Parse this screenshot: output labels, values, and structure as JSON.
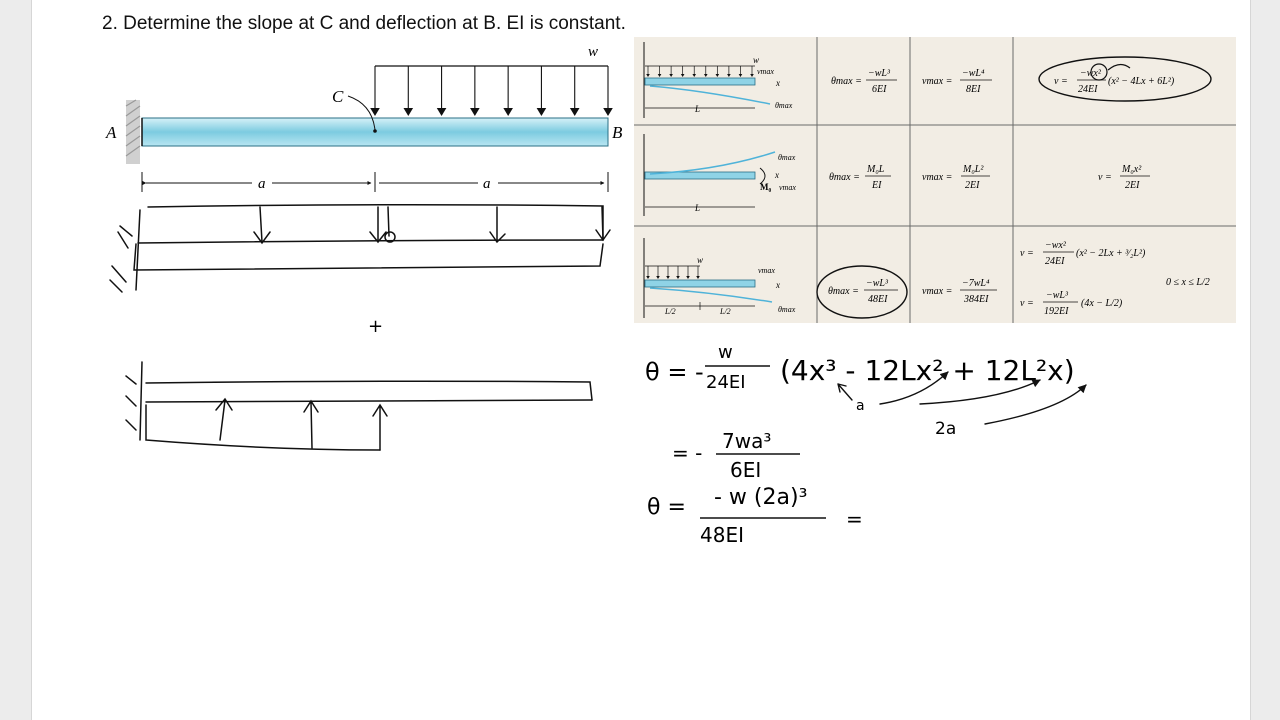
{
  "problem": {
    "text": "2. Determine the slope at C and deflection at B. EI is constant."
  },
  "beam_figure": {
    "load_label": "w",
    "point_c": "C",
    "support_a": "A",
    "end_b": "B",
    "span_left": "a",
    "span_right": "a"
  },
  "table": {
    "row1": {
      "w": "w",
      "vmax": "vmax",
      "x": "x",
      "tmax": "θmax",
      "L": "L",
      "slope_lhs": "θmax =",
      "slope_num": "−wL³",
      "slope_den": "6EI",
      "defl_lhs": "vmax =",
      "defl_num": "−wL⁴",
      "defl_den": "8EI",
      "curve_lhs": "v =",
      "curve_num": "−wx²",
      "curve_den": "24EI",
      "curve_rest": "(x² − 4Lx + 6L²)"
    },
    "row2": {
      "tmax": "θmax",
      "vmax": "vmax",
      "x": "x",
      "M0": "M₀",
      "L": "L",
      "slope_lhs": "θmax =",
      "slope_num": "M₀L",
      "slope_den": "EI",
      "defl_lhs": "vmax =",
      "defl_num": "M₀L²",
      "defl_den": "2EI",
      "curve_lhs": "v =",
      "curve_num": "M₀x²",
      "curve_den": "2EI"
    },
    "row3": {
      "w": "w",
      "vmax": "vmax",
      "x": "x",
      "tmax": "θmax",
      "L2a": "L/2",
      "L2b": "L/2",
      "slope_lhs": "θmax =",
      "slope_num": "−wL³",
      "slope_den": "48EI",
      "defl_lhs": "vmax =",
      "defl_num": "−7wL⁴",
      "defl_den": "384EI",
      "curve1_lhs": "v =",
      "curve1_num": "−wx²",
      "curve1_den": "24EI",
      "curve1_rest": "(x² − 2Lx + ³⁄₂L²)",
      "range": "0 ≤ x ≤ L/2",
      "curve2_lhs": "v =",
      "curve2_num": "−wL³",
      "curve2_den": "192EI",
      "curve2_rest": "(4x − L/2)"
    }
  },
  "handwriting": {
    "plus": "+",
    "theta1_lhs": "θ = -",
    "theta1_num": "w",
    "theta1_den": "24EI",
    "theta1_body": "(4x³ - 12Lx² + 12L²x)",
    "note_a": "a",
    "note_2a": "2a",
    "result_eq": "= -",
    "result_num": "7wa³",
    "result_den": "6EI",
    "theta2_lhs": "θ =",
    "theta2_num": "- w (2a)³",
    "theta2_den": "48EI",
    "theta2_eq": "="
  },
  "colors": {
    "beam_fill": "#8fd3e6",
    "table_bg": "#f2ede4",
    "ink": "#111111",
    "deflection_curve": "#4fb3d9"
  }
}
